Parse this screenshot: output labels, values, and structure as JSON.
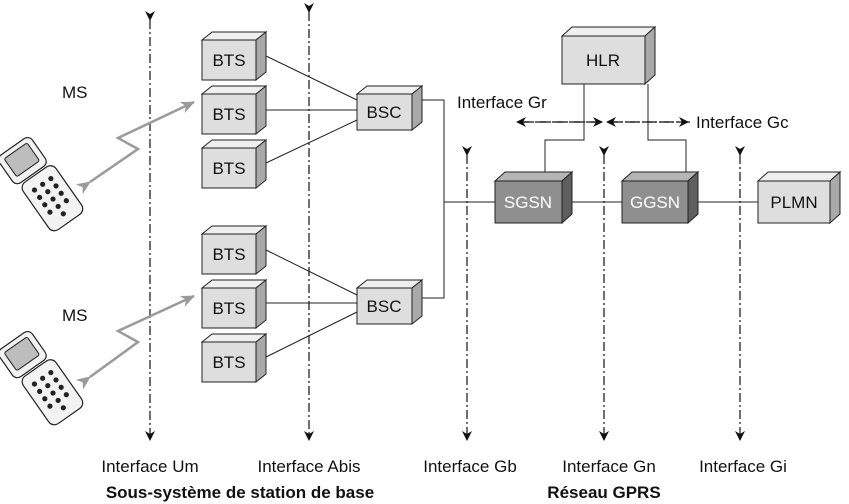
{
  "colors": {
    "light_box": "#dedede",
    "light_box_top": "#efefef",
    "light_box_side": "#a9a9a9",
    "dark_box": "#8f8f8f",
    "dark_box_top": "#b5b5b5",
    "dark_box_side": "#5f5f5f",
    "radio_arrow": "#9a9a9a",
    "line": "#222222"
  },
  "nodes": {
    "bts": "BTS",
    "bsc": "BSC",
    "hlr": "HLR",
    "sgsn": "SGSN",
    "ggsn": "GGSN",
    "plmn": "PLMN",
    "ms": "MS"
  },
  "interfaces": {
    "um": "Interface Um",
    "abis": "Interface Abis",
    "gb": "Interface Gb",
    "gn": "Interface Gn",
    "gi": "Interface Gi",
    "gr": "Interface Gr",
    "gc": "Interface Gc"
  },
  "sections": {
    "bss": "Sous-système de station de base",
    "gprs": "Réseau GPRS"
  },
  "icons": [
    "mobile-phone-icon"
  ]
}
